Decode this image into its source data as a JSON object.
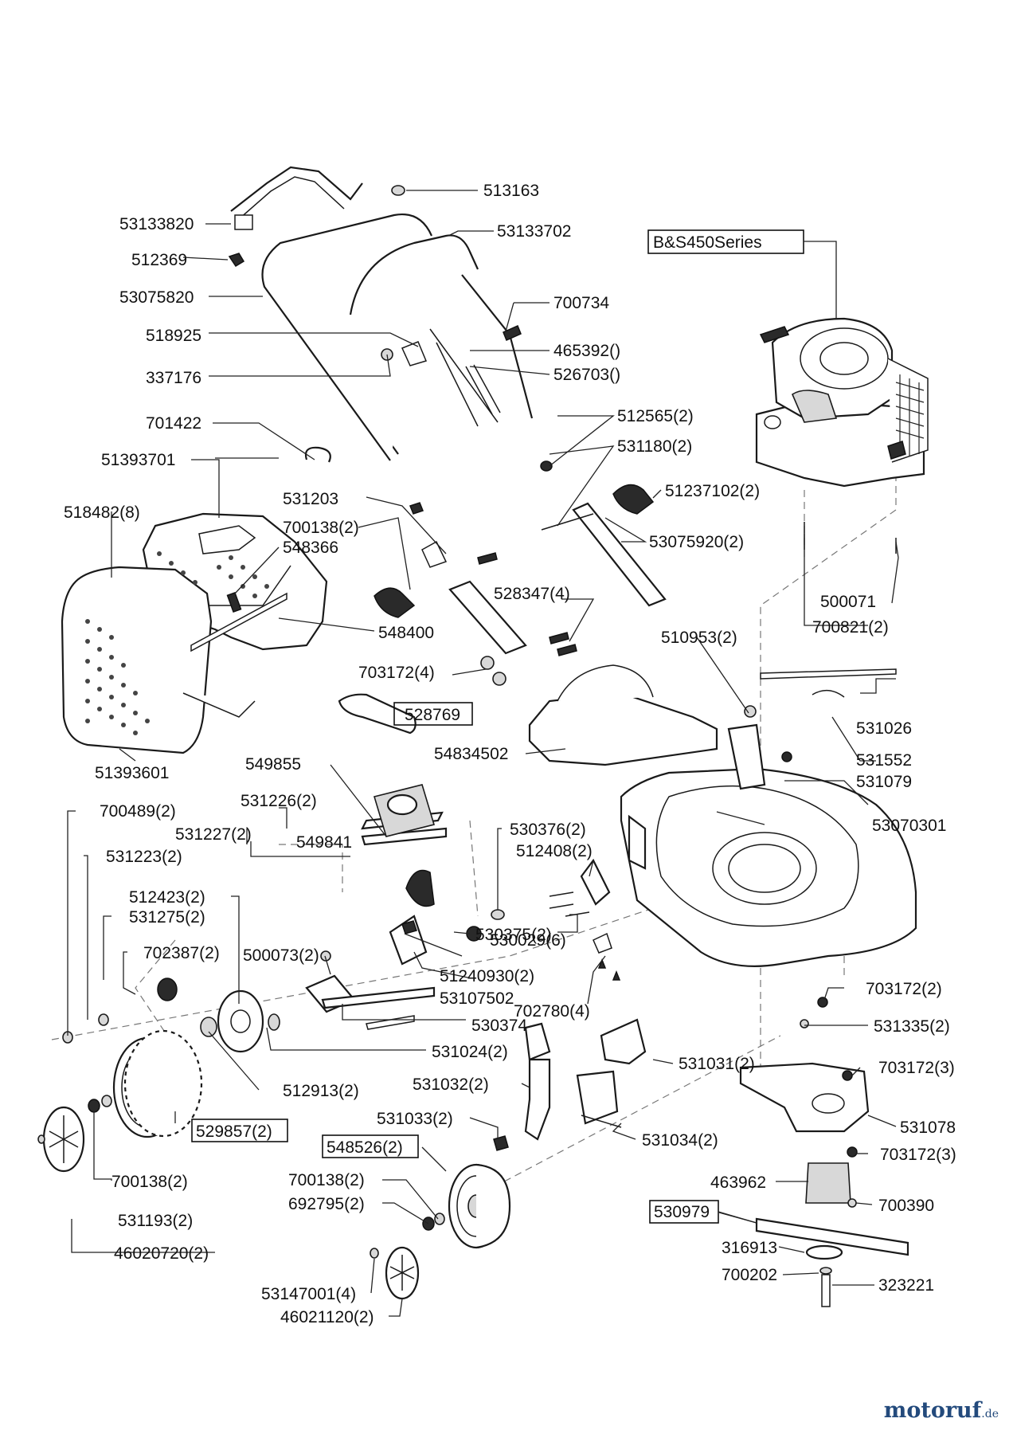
{
  "labels": {
    "l513163": "513163",
    "l53133820": "53133820",
    "l53133702": "53133702",
    "l512369": "512369",
    "l53075820": "53075820",
    "l700734": "700734",
    "l518925": "518925",
    "l465392": "465392()",
    "l337176": "337176",
    "l526703": "526703()",
    "l701422": "701422",
    "l512565": "512565(2)",
    "l531180": "531180(2)",
    "l51393701": "51393701",
    "l518482": "518482(8)",
    "l531203": "531203",
    "l51237102": "51237102(2)",
    "l700138a": "700138(2)",
    "l548366": "548366",
    "l53075920": "53075920(2)",
    "l500071": "500071",
    "l700821": "700821(2)",
    "l528347": "528347(4)",
    "l548400": "548400",
    "l703172a": "703172(4)",
    "l510953": "510953(2)",
    "l528769": "528769",
    "l531026": "531026",
    "l54834502": "54834502",
    "l51393601": "51393601",
    "l531552": "531552",
    "l549855": "549855",
    "l531079": "531079",
    "l531226": "531226(2)",
    "l700489": "700489(2)",
    "l531227": "531227(2)",
    "l549841": "549841",
    "l530376": "530376(2)",
    "l53070301": "53070301",
    "l531223": "531223(2)",
    "l512408": "512408(2)",
    "l512423": "512423(2)",
    "l531275": "531275(2)",
    "l530029": "530029(6)",
    "l702387": "702387(2)",
    "l500073": "500073(2)",
    "l530375": "530375(2)",
    "l51240930": "51240930(2)",
    "l53107502": "53107502",
    "l703172b": "703172(2)",
    "l702780": "702780(4)",
    "l530374": "530374",
    "l531335": "531335(2)",
    "l531024": "531024(2)",
    "l531031": "531031(2)",
    "l703172c": "703172(3)",
    "l512913": "512913(2)",
    "l531032": "531032(2)",
    "l531078": "531078",
    "l529857": "529857(2)",
    "l531033": "531033(2)",
    "l531034": "531034(2)",
    "l703172d": "703172(3)",
    "l548526": "548526(2)",
    "l700138b": "700138(2)",
    "l463962": "463962",
    "l692795": "692795(2)",
    "l700390": "700390",
    "l530979": "530979",
    "l531193": "531193(2)",
    "l316913": "316913",
    "l46020720": "46020720(2)",
    "l700202": "700202",
    "l323221": "323221",
    "l53147001": "53147001(4)",
    "l46021120": "46021120(2)",
    "engine_label": "B&S450Series"
  },
  "watermark": {
    "brand": "motoruf",
    "suffix": ".de",
    "color": "#234a7c"
  }
}
